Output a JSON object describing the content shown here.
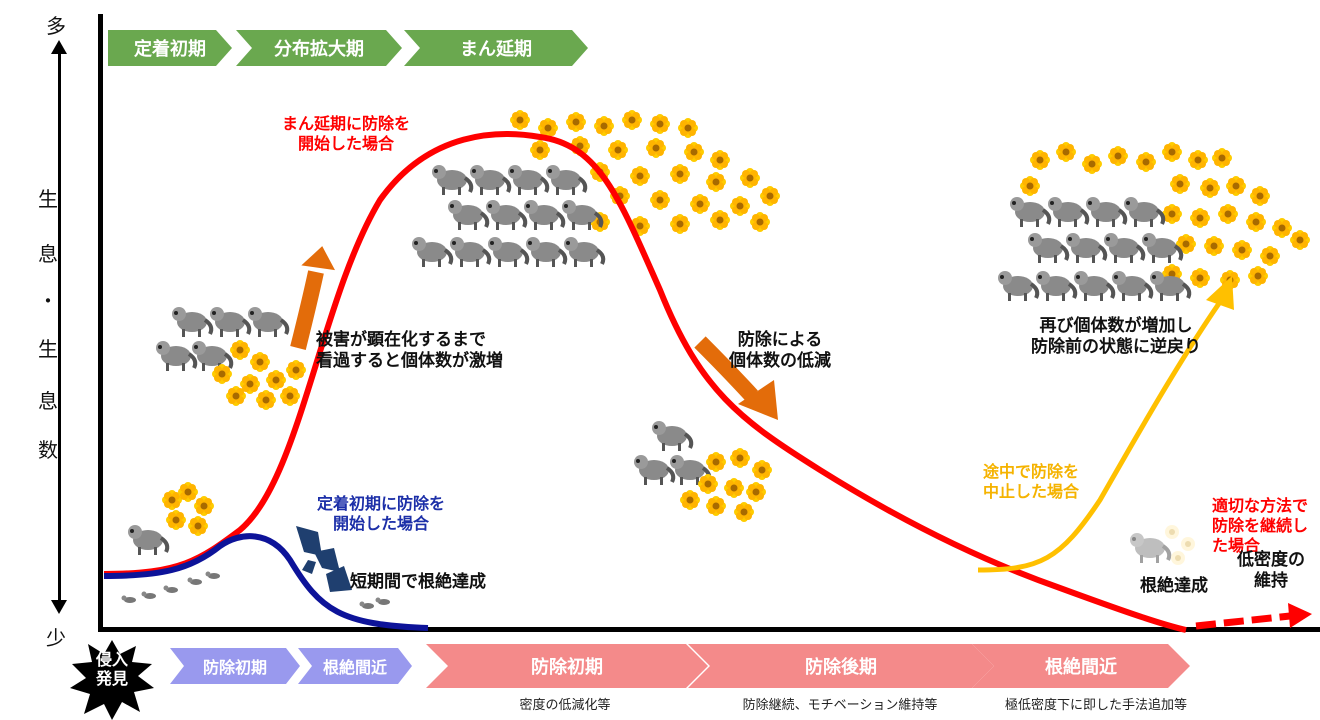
{
  "y_axis": {
    "top": "多",
    "bottom": "少",
    "label_chars": [
      "生",
      "息",
      "・",
      "生",
      "息",
      "数"
    ]
  },
  "phases_top": [
    "定着初期",
    "分布拡大期",
    "まん延期"
  ],
  "burst": {
    "line1": "侵入",
    "line2": "発見"
  },
  "phases_bottom_early": [
    "防除初期",
    "根絶間近"
  ],
  "phases_bottom_late": [
    {
      "label": "防除初期",
      "note": "密度の低減化等"
    },
    {
      "label": "防除後期",
      "note": "防除継続、モチベーション維持等"
    },
    {
      "label": "根絶間近",
      "note": "極低密度下に即した手法追加等"
    }
  ],
  "annotations": {
    "red_start": {
      "line1": "まん延期に防除を",
      "line2": "開始した場合"
    },
    "surge": {
      "line1": "被害が顕在化するまで",
      "line2": "看過すると個体数が激増"
    },
    "blue_start": {
      "line1": "定着初期に防除を",
      "line2": "開始した場合"
    },
    "short_eradication": "短期間で根絶達成",
    "reduction": {
      "line1": "防除による",
      "line2": "個体数の低減"
    },
    "rebound": {
      "line1": "再び個体数が増加し",
      "line2": "防除前の状態に逆戻り"
    },
    "stopped": {
      "line1": "途中で防除を",
      "line2": "中止した場合"
    },
    "continued": {
      "line1": "適切な方法で",
      "line2": "防除を継続し",
      "line3": "た場合"
    },
    "eradication": "根絶達成",
    "low_density": {
      "line1": "低密度の",
      "line2": "維持"
    }
  },
  "colors": {
    "red_curve": "#ff0000",
    "blue_curve": "#0d1399",
    "orange_curve": "#ffc000",
    "green_chevron": "#6aa84f",
    "purple_chevron": "#9999ee",
    "pink_chevron": "#f48a8a",
    "arrow_orange": "#e36c0a"
  }
}
